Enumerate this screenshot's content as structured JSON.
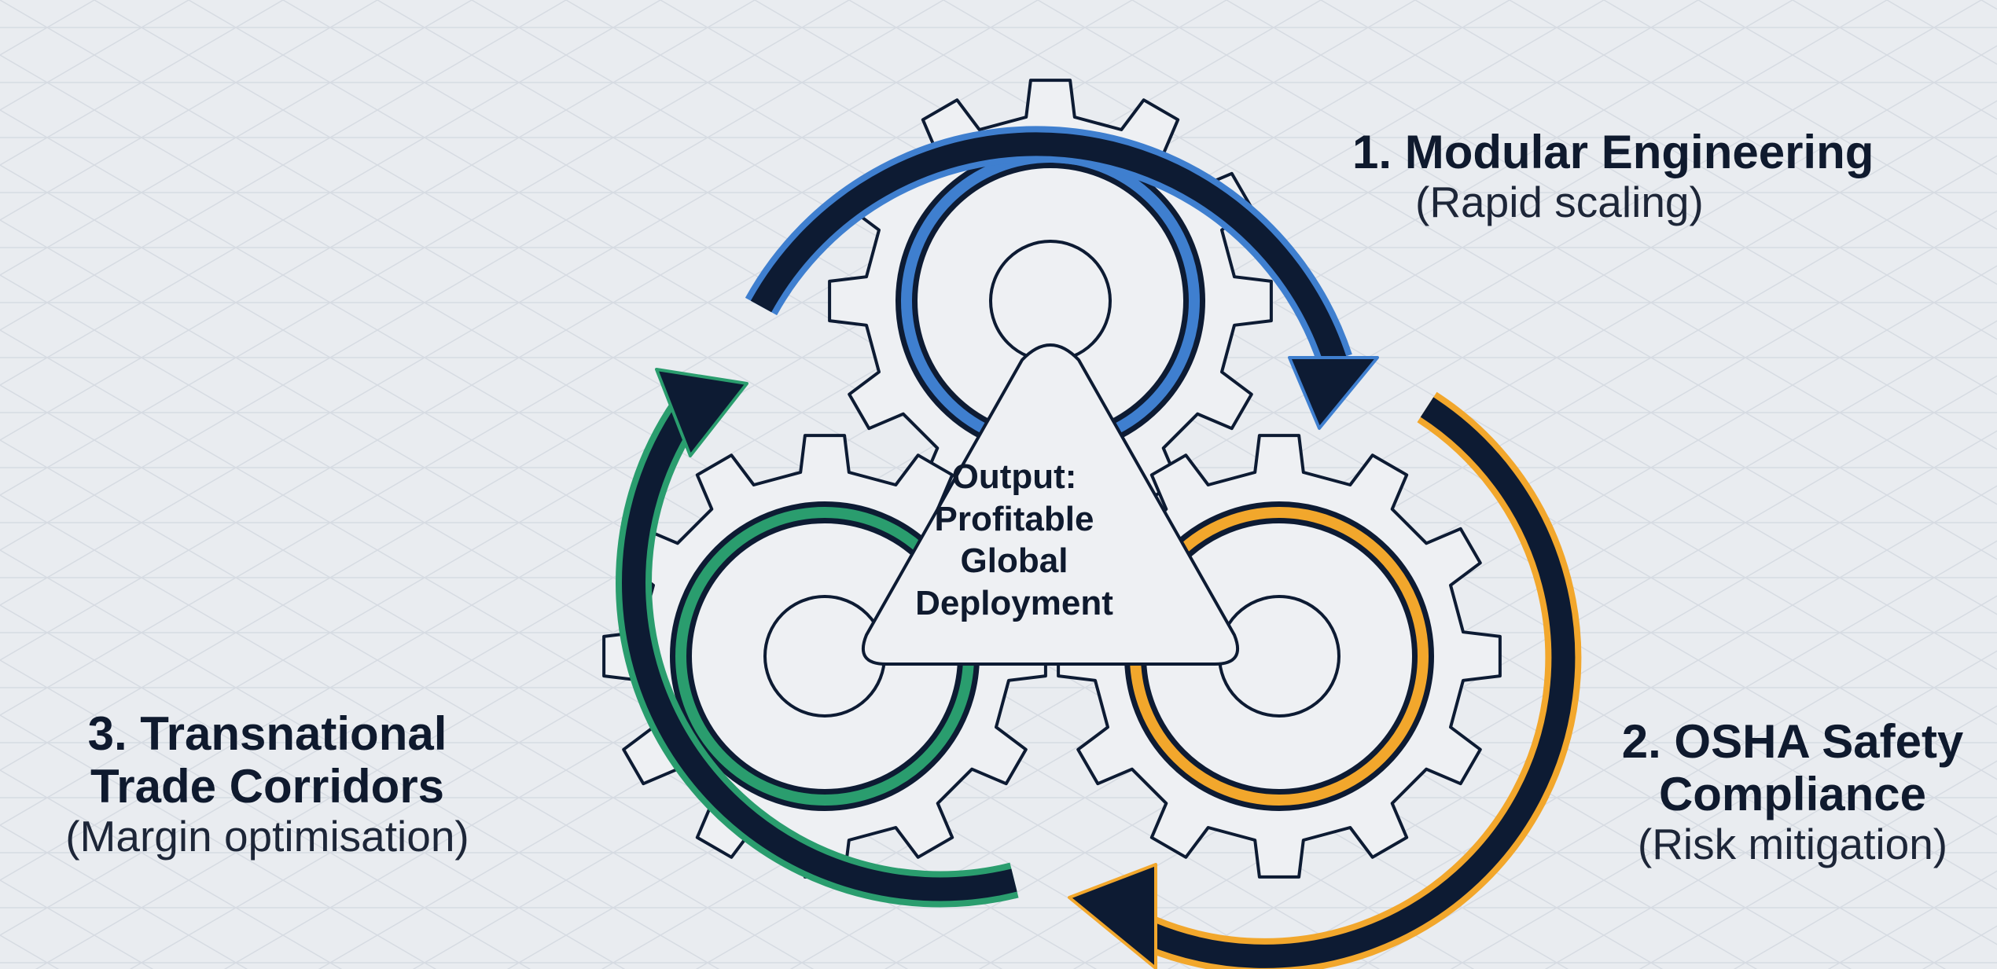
{
  "center": {
    "line1": "Output:",
    "line2": "Profitable",
    "line3": "Global",
    "line4": "Deployment"
  },
  "nodes": [
    {
      "title": "1. Modular Engineering",
      "subtitle": "(Rapid scaling)",
      "color": "#3f7fcf",
      "icon": "gear-icon"
    },
    {
      "title_line1": "2. OSHA Safety",
      "title_line2": "Compliance",
      "subtitle": "(Risk mitigation)",
      "color": "#f2a72c",
      "icon": "gear-icon"
    },
    {
      "title_line1": "3. Transnational",
      "title_line2": "Trade Corridors",
      "subtitle": "(Margin optimisation)",
      "color": "#2a9d6e",
      "icon": "gear-icon"
    }
  ],
  "colors": {
    "navy": "#0d1b33",
    "blue": "#3f7fcf",
    "orange": "#f2a72c",
    "green": "#2a9d6e",
    "background": "#e9ecf0"
  }
}
